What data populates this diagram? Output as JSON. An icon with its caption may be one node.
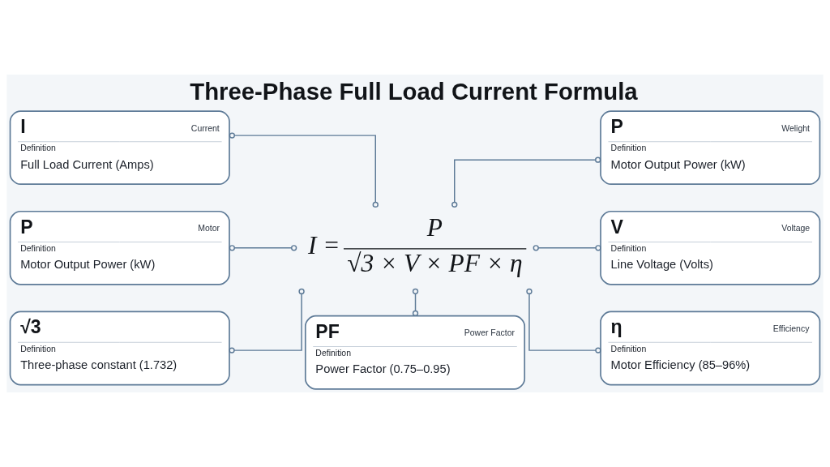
{
  "diagram": {
    "title": "Three-Phase Full Load Current Formula",
    "nodes": [
      {
        "text": [
          "I",
          "Current",
          "Definition",
          "Full Load Current (Amps)"
        ]
      },
      {
        "text": [
          "P",
          "Welight",
          "Definition",
          "Motor Output Power (kW)"
        ]
      },
      {
        "text": [
          "P",
          "Motor",
          "Definition",
          "Motor Output Power (kW)"
        ]
      },
      {
        "text": [
          "I =",
          "P",
          "√3 × V × PF × η"
        ]
      },
      {
        "text": [
          "V",
          "Voltage",
          "Definition",
          "Line Voltage (Volts)"
        ]
      },
      {
        "text": [
          "√3",
          "Definition",
          "Three-phase constant (1.732)"
        ]
      },
      {
        "text": [
          "PF",
          "Power Factor",
          "Definition",
          "Power Factor (0.75–0.95)"
        ]
      },
      {
        "text": [
          "η",
          "Efficiency",
          "Definition",
          "Motor Efficiency (85–96%)"
        ]
      }
    ],
    "edges": [
      {
        "from": 0,
        "to": 3,
        "arrow": "other"
      },
      {
        "from": 3,
        "to": 1,
        "arrow": "other"
      },
      {
        "from": 2,
        "to": 3,
        "arrow": "other"
      },
      {
        "from": 3,
        "to": 4,
        "arrow": "other"
      },
      {
        "from": 5,
        "to": 3,
        "arrow": "other"
      },
      {
        "from": 3,
        "to": 6,
        "arrow": "other"
      },
      {
        "from": 3,
        "to": 7,
        "arrow": "other"
      }
    ]
  }
}
